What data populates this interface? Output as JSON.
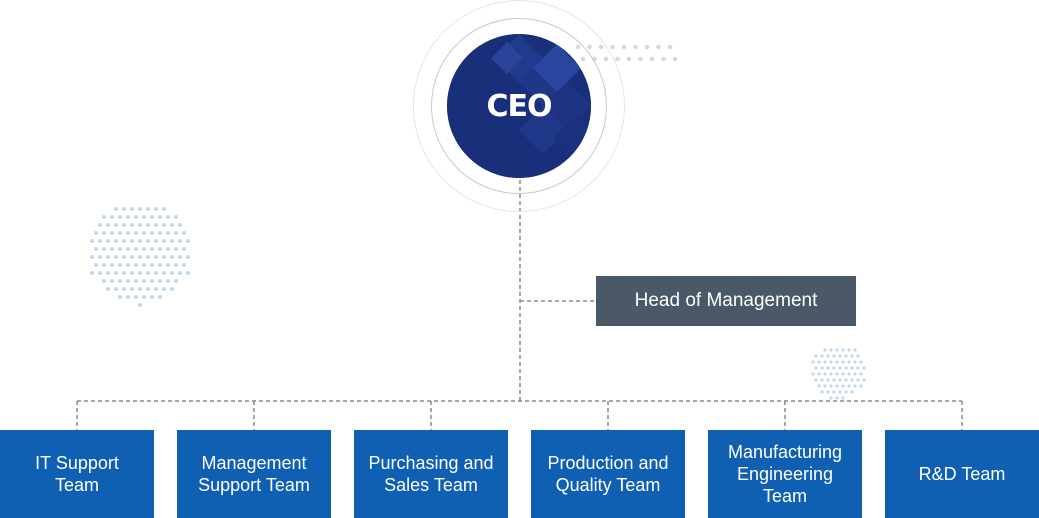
{
  "ceo": {
    "label": "CEO"
  },
  "head": {
    "label": "Head of Management"
  },
  "teams": [
    {
      "label": "IT Support\nTeam"
    },
    {
      "label": "Management\nSupport Team"
    },
    {
      "label": "Purchasing and\nSales Team"
    },
    {
      "label": "Production and\nQuality Team"
    },
    {
      "label": "Manufacturing\nEngineering\nTeam"
    },
    {
      "label": "R&D Team"
    }
  ],
  "colors": {
    "ceo_navy": "#1a2f7a",
    "team_blue": "#0f5fb2",
    "head_slate": "#4a5868",
    "connector_gray": "#8a8a8a",
    "dot_blue": "#b9d3ec"
  }
}
